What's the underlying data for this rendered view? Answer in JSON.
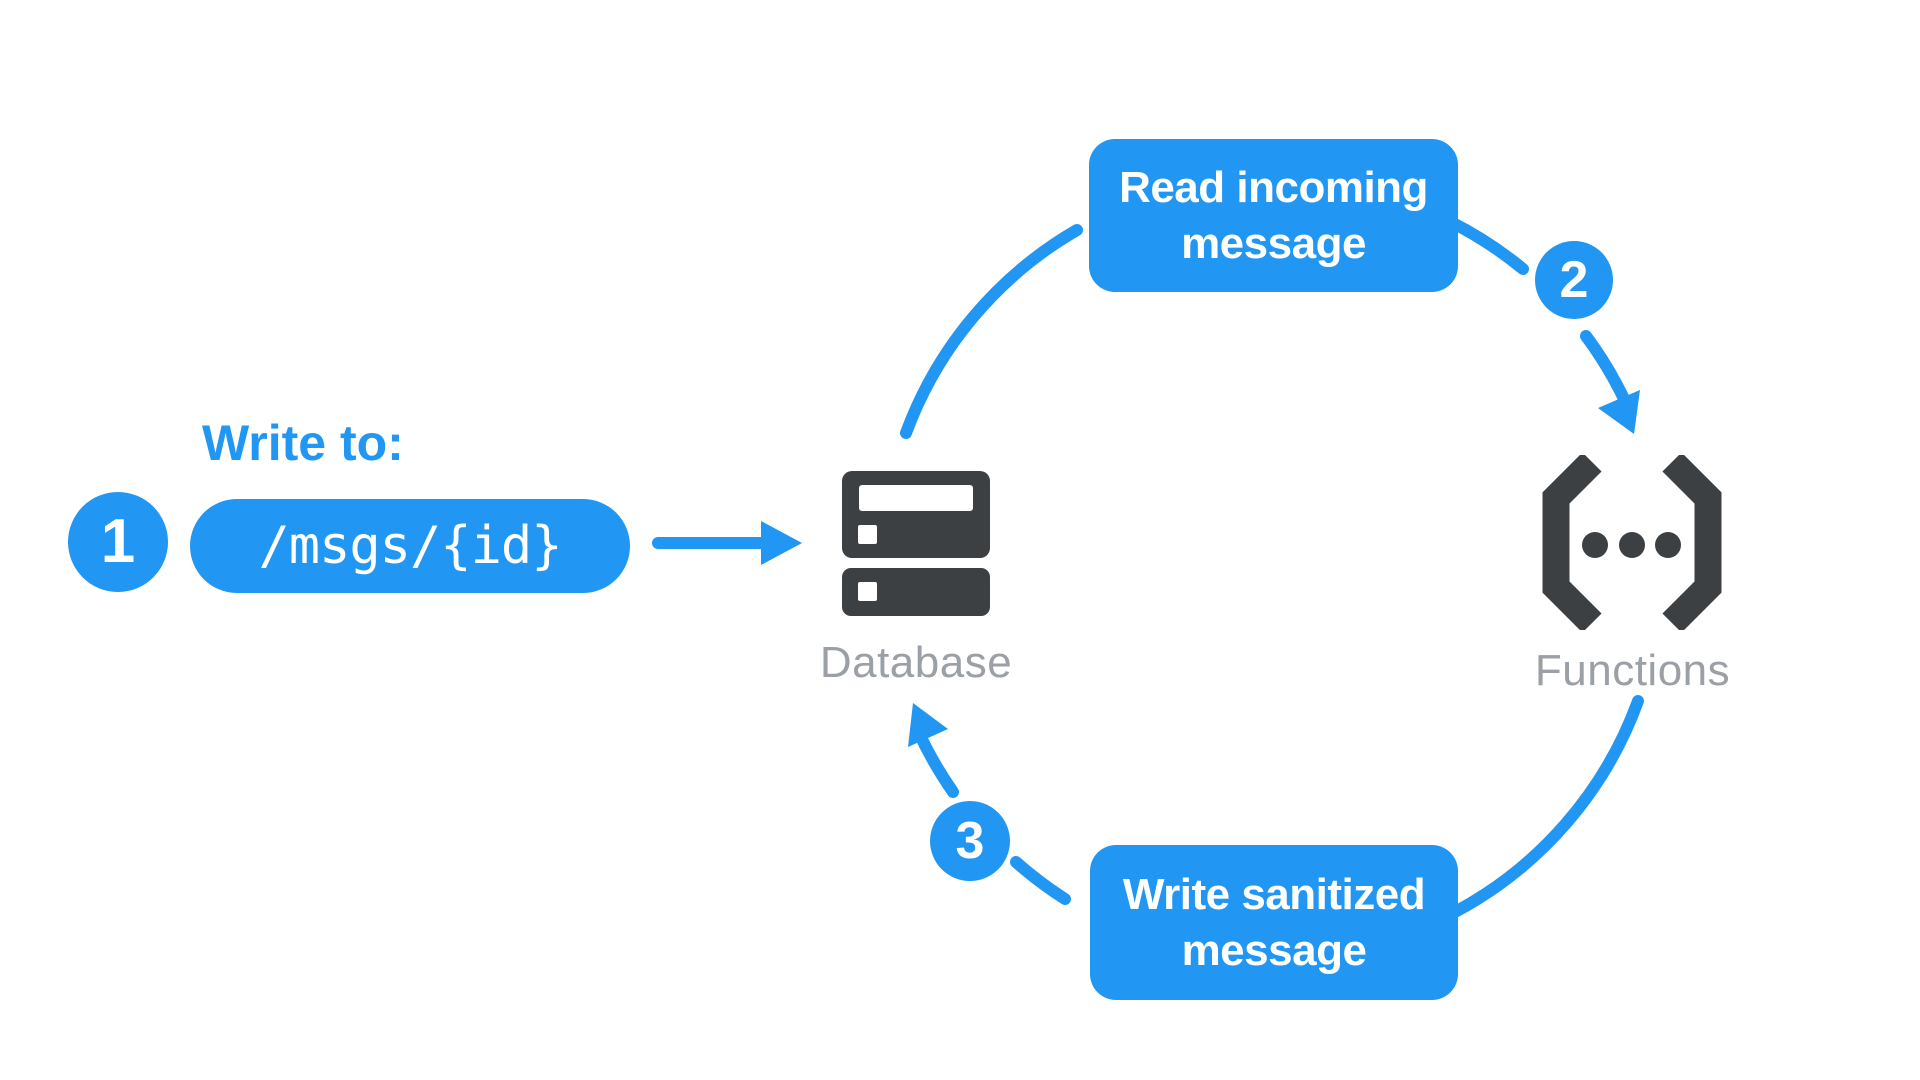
{
  "diagram": {
    "title_context": "Database write triggers a function that sanitizes the message",
    "colors": {
      "accent_blue": "#2196f3",
      "icon_dark": "#3c4043",
      "caption_gray": "#9aa0a6",
      "background": "#ffffff",
      "text_on_blue": "#ffffff"
    },
    "write_to_label": "Write to:",
    "badges": {
      "step1": "1",
      "step2": "2",
      "step3": "3"
    },
    "path_pill": {
      "text": "/msgs/{id}"
    },
    "nodes": {
      "database": {
        "label": "Database",
        "icon": "database-server-icon"
      },
      "functions": {
        "label": "Functions",
        "icon": "cloud-functions-icon"
      }
    },
    "process_boxes": {
      "read": {
        "line1": "Read incoming",
        "line2": "message"
      },
      "write": {
        "line1": "Write sanitized",
        "line2": "message"
      }
    }
  }
}
